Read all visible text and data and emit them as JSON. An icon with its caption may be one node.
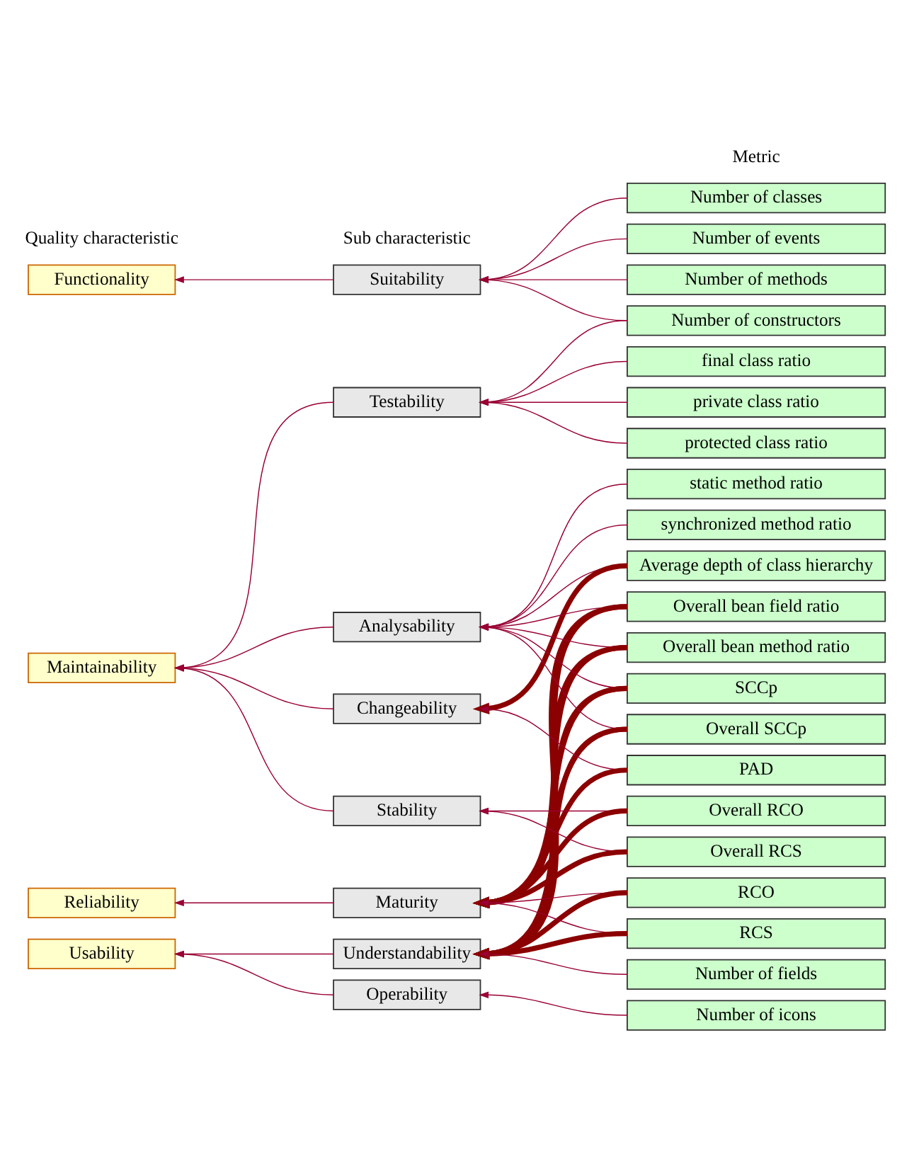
{
  "diagram": {
    "nodes": [
      {
        "text": [
          "Functionality"
        ]
      },
      {
        "text": [
          "Maintainability"
        ]
      },
      {
        "text": [
          "Reliability"
        ]
      },
      {
        "text": [
          "Usability"
        ]
      },
      {
        "text": [
          "Suitability"
        ]
      },
      {
        "text": [
          "Testability"
        ]
      },
      {
        "text": [
          "Analysability"
        ]
      },
      {
        "text": [
          "Changeability"
        ]
      },
      {
        "text": [
          "Stability"
        ]
      },
      {
        "text": [
          "Maturity"
        ]
      },
      {
        "text": [
          "Understandability"
        ]
      },
      {
        "text": [
          "Operability"
        ]
      },
      {
        "text": [
          "Number of classes"
        ]
      },
      {
        "text": [
          "Number of events"
        ]
      },
      {
        "text": [
          "Number of methods"
        ]
      },
      {
        "text": [
          "Number of constructors"
        ]
      },
      {
        "text": [
          "final class ratio"
        ]
      },
      {
        "text": [
          "private class ratio"
        ]
      },
      {
        "text": [
          "protected class ratio"
        ]
      },
      {
        "text": [
          "static method ratio"
        ]
      },
      {
        "text": [
          "synchronized method ratio"
        ]
      },
      {
        "text": [
          "Average depth of class hierarchy"
        ]
      },
      {
        "text": [
          "Overall bean field ratio"
        ]
      },
      {
        "text": [
          "Overall bean method ratio"
        ]
      },
      {
        "text": [
          "SCCp"
        ]
      },
      {
        "text": [
          "Overall SCCp"
        ]
      },
      {
        "text": [
          "PAD"
        ]
      },
      {
        "text": [
          "Overall RCO"
        ]
      },
      {
        "text": [
          "Overall RCS"
        ]
      },
      {
        "text": [
          "RCO"
        ]
      },
      {
        "text": [
          "RCS"
        ]
      },
      {
        "text": [
          "Number of fields"
        ]
      },
      {
        "text": [
          "Number of icons"
        ]
      }
    ],
    "edges": [
      {
        "from": 4,
        "to": 0,
        "arrow": "to"
      },
      {
        "from": 5,
        "to": 1,
        "arrow": "to"
      },
      {
        "from": 6,
        "to": 1,
        "arrow": "to"
      },
      {
        "from": 7,
        "to": 1,
        "arrow": "to"
      },
      {
        "from": 8,
        "to": 1,
        "arrow": "to"
      },
      {
        "from": 9,
        "to": 2,
        "arrow": "to"
      },
      {
        "from": 10,
        "to": 3,
        "arrow": "to"
      },
      {
        "from": 11,
        "to": 3,
        "arrow": "to"
      },
      {
        "from": 12,
        "to": 4,
        "arrow": "to"
      },
      {
        "from": 13,
        "to": 4,
        "arrow": "to"
      },
      {
        "from": 14,
        "to": 4,
        "arrow": "to"
      },
      {
        "from": 15,
        "to": 4,
        "arrow": "to"
      },
      {
        "from": 15,
        "to": 5,
        "arrow": "to"
      },
      {
        "from": 16,
        "to": 5,
        "arrow": "to"
      },
      {
        "from": 17,
        "to": 5,
        "arrow": "to"
      },
      {
        "from": 18,
        "to": 5,
        "arrow": "to"
      },
      {
        "from": 19,
        "to": 6,
        "arrow": "to"
      },
      {
        "from": 20,
        "to": 6,
        "arrow": "to"
      },
      {
        "from": 21,
        "to": 6,
        "arrow": "to"
      },
      {
        "from": 22,
        "to": 6,
        "arrow": "to"
      },
      {
        "from": 23,
        "to": 6,
        "arrow": "to"
      },
      {
        "from": 24,
        "to": 6,
        "arrow": "to"
      },
      {
        "from": 25,
        "to": 6,
        "arrow": "to"
      },
      {
        "from": 21,
        "to": 7,
        "arrow": "to",
        "style": "thick"
      },
      {
        "from": 22,
        "to": 9,
        "arrow": "to",
        "style": "thick"
      },
      {
        "from": 23,
        "to": 9,
        "arrow": "to",
        "style": "thick"
      },
      {
        "from": 24,
        "to": 9,
        "arrow": "to",
        "style": "thick"
      },
      {
        "from": 25,
        "to": 9,
        "arrow": "to",
        "style": "thick"
      },
      {
        "from": 22,
        "to": 10,
        "arrow": "to",
        "style": "thick"
      },
      {
        "from": 23,
        "to": 10,
        "arrow": "to",
        "style": "thick"
      },
      {
        "from": 24,
        "to": 10,
        "arrow": "to",
        "style": "thick"
      },
      {
        "from": 25,
        "to": 10,
        "arrow": "to",
        "style": "thick"
      },
      {
        "from": 26,
        "to": 7,
        "arrow": "to"
      },
      {
        "from": 26,
        "to": 9,
        "arrow": "to",
        "style": "thick"
      },
      {
        "from": 27,
        "to": 8,
        "arrow": "to"
      },
      {
        "from": 27,
        "to": 9,
        "arrow": "to",
        "style": "thick"
      },
      {
        "from": 28,
        "to": 8,
        "arrow": "to"
      },
      {
        "from": 28,
        "to": 9,
        "arrow": "to",
        "style": "thick"
      },
      {
        "from": 29,
        "to": 9,
        "arrow": "to"
      },
      {
        "from": 30,
        "to": 9,
        "arrow": "to"
      },
      {
        "from": 29,
        "to": 10,
        "arrow": "to",
        "style": "thick"
      },
      {
        "from": 30,
        "to": 10,
        "arrow": "to",
        "style": "thick"
      },
      {
        "from": 31,
        "to": 10,
        "arrow": "to"
      },
      {
        "from": 32,
        "to": 11,
        "arrow": "to"
      }
    ],
    "labels": [
      "Quality characteristic",
      "Sub characteristic",
      "Metric"
    ]
  }
}
